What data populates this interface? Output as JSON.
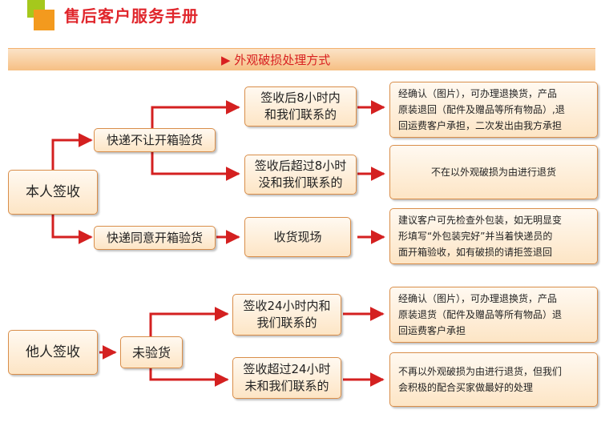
{
  "header": {
    "title": "售后客户服务手册"
  },
  "section": {
    "title": "▶ 外观破损处理方式"
  },
  "colors": {
    "accent": "#e0262c",
    "box_border": "#d98e4a",
    "bar": "#f6bf83"
  },
  "flow1": {
    "root": "本人签收",
    "branch_a": "快递不让开箱验货",
    "branch_b": "快递同意开箱验货",
    "a1": "签收后8小时内\n和我们联系的",
    "a2": "签收后超过8小时\n没和我们联系的",
    "b1": "收货现场",
    "a1_result": "经确认（图片），可办理退换货，产品\n原装退回（配件及赠品等所有物品）,退\n回运费客户承担，二次发出由我方承担",
    "a2_result": "不在以外观破损为由进行退货",
    "b1_result": "建议客户可先检查外包装，如无明显变\n形填写“外包装完好”并当着快递员的\n面开箱验收，如有破损的请拒签退回"
  },
  "flow2": {
    "root": "他人签收",
    "mid": "未验货",
    "c1": "签收24小时内和\n我们联系的",
    "c2": "签收超过24小时\n未和我们联系的",
    "c1_result": "经确认（图片），可办理退换货，产品\n原装退货（配件及赠品等所有物品）退\n回运费客户承担",
    "c2_result": "不再以外观破损为由进行退货，但我们\n会积极的配合买家做最好的处理"
  }
}
